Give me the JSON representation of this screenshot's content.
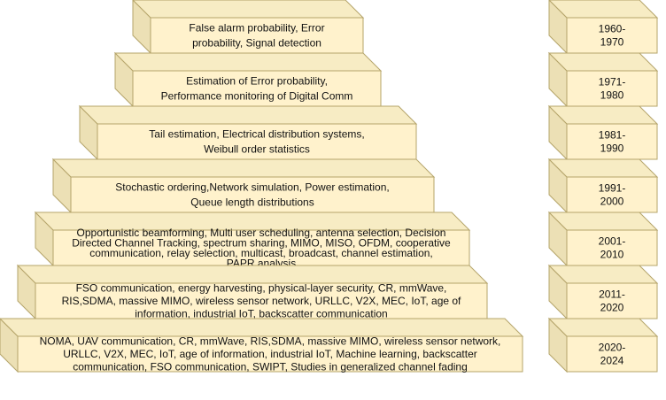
{
  "colors": {
    "face": "#fff2cc",
    "side": "#ece0b5",
    "top": "#f7ecc4",
    "stroke": "#b5a46a",
    "text": "#111111"
  },
  "levels": [
    {
      "lines": [
        "False alarm probability, Error",
        "probability, Signal detection"
      ]
    },
    {
      "lines": [
        "Estimation of Error probability,",
        "Performance monitoring of Digital Comm"
      ]
    },
    {
      "lines": [
        "Tail estimation, Electrical distribution systems,",
        "Weibull order statistics"
      ]
    },
    {
      "lines": [
        "Stochastic ordering,Network simulation, Power estimation,",
        "Queue length distributions"
      ]
    },
    {
      "lines": [
        "Opportunistic beamforming, Multi user scheduling, antenna selection, Decision",
        "Directed Channel Tracking, spectrum sharing, MIMO, MISO,  OFDM, cooperative",
        "communication,  relay selection, multicast, broadcast, channel estimation,",
        "PAPR analysis"
      ]
    },
    {
      "lines": [
        "FSO communication, energy harvesting, physical-layer security, CR,  mmWave,",
        "RIS,SDMA, massive MIMO, wireless sensor network, URLLC, V2X, MEC, IoT, age of",
        "information, industrial IoT, backscatter communication"
      ]
    },
    {
      "lines": [
        "NOMA, UAV communication, CR,  mmWave, RIS,SDMA, massive MIMO, wireless sensor network,",
        "URLLC, V2X, MEC, IoT, age of information,  industrial IoT, Machine learning, backscatter",
        "communication, FSO communication, SWIPT, Studies in generalized channel fading"
      ]
    }
  ],
  "timeline": [
    {
      "lines": [
        "1960-",
        "1970"
      ]
    },
    {
      "lines": [
        "1971-",
        "1980"
      ]
    },
    {
      "lines": [
        "1981-",
        "1990"
      ]
    },
    {
      "lines": [
        "1991-",
        "2000"
      ]
    },
    {
      "lines": [
        "2001-",
        "2010"
      ]
    },
    {
      "lines": [
        "2011-",
        "2020"
      ]
    },
    {
      "lines": [
        "2020-",
        "2024"
      ]
    }
  ]
}
